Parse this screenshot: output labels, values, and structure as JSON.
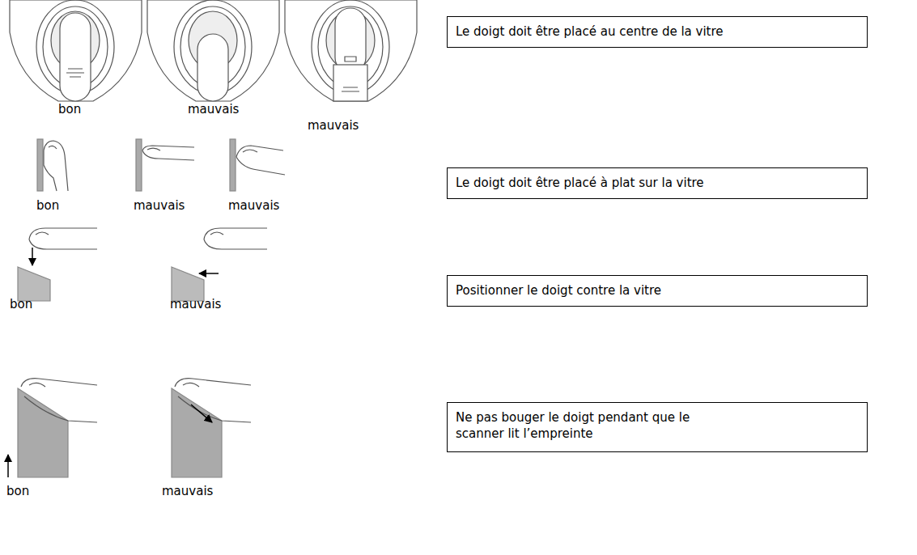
{
  "diagram": {
    "nodes": [
      {
        "text": [
          "Le doigt doit être placé au centre de la vitre"
        ]
      },
      {
        "text": [
          "Le doigt doit être placé à plat sur la vitre"
        ]
      },
      {
        "text": [
          "Positionner le doigt contre la vitre"
        ]
      },
      {
        "text": [
          "Ne pas bouger le doigt pendant que le scanner lit l’empreinte"
        ]
      }
    ],
    "labels": [
      "bon",
      "mauvais",
      "mauvais",
      "bon",
      "mauvais",
      "mauvais",
      "bon",
      "mauvais",
      "bon",
      "mauvais"
    ]
  }
}
